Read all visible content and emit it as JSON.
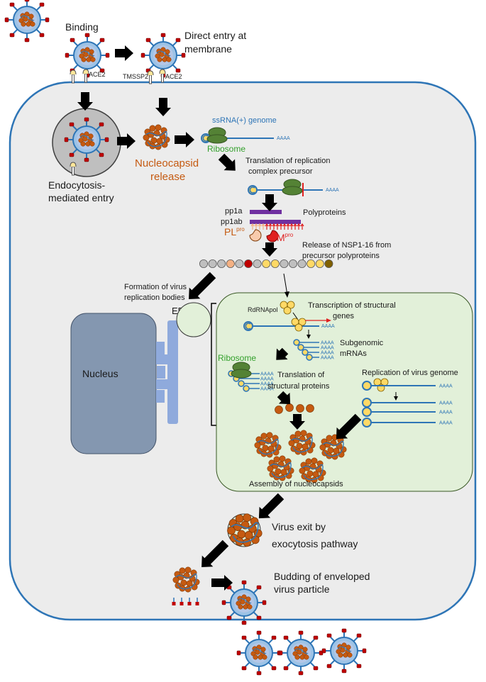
{
  "labels": {
    "binding": "Binding",
    "direct_entry_1": "Direct entry at",
    "direct_entry_2": "membrane",
    "ace2_a": "ACE2",
    "ace2_b": "ACE2",
    "tmssp2": "TMSSP2",
    "ssrna": "ssRNA(+) genome",
    "ribosome_top": "Ribosome",
    "nucleocapsid_1": "Nucleocapsid",
    "nucleocapsid_2": "release",
    "endocytosis_1": "Endocytosis-",
    "endocytosis_2": "mediated entry",
    "translation_rep_1": "Translation of replication",
    "translation_rep_2": "complex precursor",
    "pp1a": "pp1a",
    "pp1ab": "pp1ab",
    "polyproteins": "Polyproteins",
    "plpro_main": "PL",
    "plpro_sup": "pro",
    "mpro_main": "M",
    "mpro_sup": "pro",
    "release_nsp_1": "Release of NSP1-16 from",
    "release_nsp_2": "precursor polyproteins",
    "formation_1": "Formation of virus",
    "formation_2": "replication bodies",
    "er": "ER",
    "nucleus": "Nucleus",
    "rdrnapol": "RdRNApol",
    "transcription_1": "Transcription of structural",
    "transcription_2": "genes",
    "subgenomic_1": "Subgenomic",
    "subgenomic_2": "mRNAs",
    "ribosome_mid": "Ribosome",
    "translation_struct_1": "Translation of",
    "translation_struct_2": "structural proteins",
    "replication": "Replication of virus genome",
    "assembly": "Assembly of nucleocapsids",
    "exit_1": "Virus exit by",
    "exit_2": "exocytosis pathway",
    "budding_1": "Budding of enveloped",
    "budding_2": "virus particle",
    "polya": "AAAA"
  },
  "colors": {
    "cell_fill": "#ececec",
    "cell_stroke": "#2e75b6",
    "nucleus_fill": "#8497b0",
    "er_fill": "#8faadc",
    "replication_body_fill": "#e2f0d9",
    "ribosome": "#548235",
    "rna": "#2e75b6",
    "capsid": "#c55a11",
    "spike": "#c00000",
    "polyprotein": "#7030a0",
    "rdrp": "#ffd966",
    "arrow": "#000000"
  },
  "nsp_bead_colors": [
    "#bfbfbf",
    "#bfbfbf",
    "#bfbfbf",
    "#f4b183",
    "#bfbfbf",
    "#c00000",
    "#bfbfbf",
    "#ffd966",
    "#ffd966",
    "#bfbfbf",
    "#bfbfbf",
    "#bfbfbf",
    "#ffd966",
    "#ffd966",
    "#806000"
  ]
}
